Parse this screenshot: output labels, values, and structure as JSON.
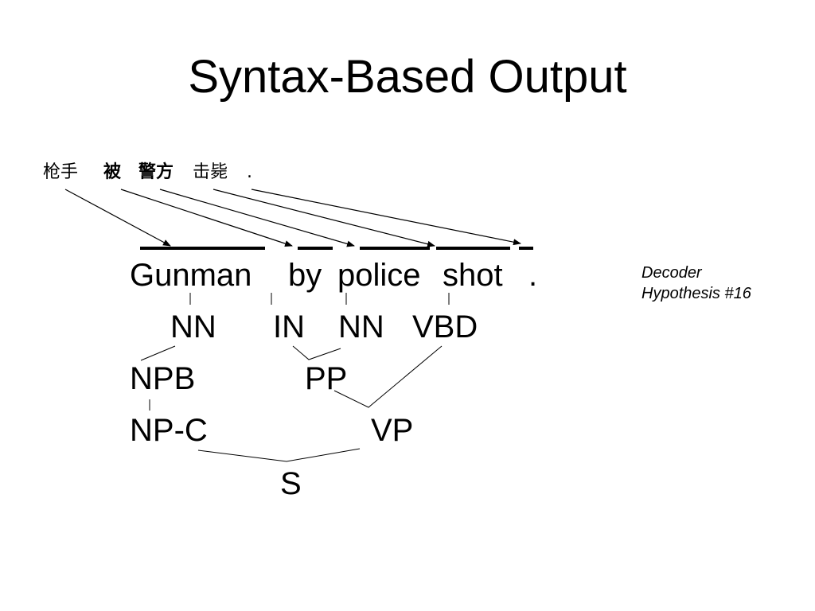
{
  "slide": {
    "title": "Syntax-Based Output",
    "note_line1": "Decoder",
    "note_line2": "Hypothesis #16"
  },
  "source": {
    "tokens": [
      "枪手",
      "被",
      "警方",
      "击毙",
      "."
    ]
  },
  "target": {
    "tokens": [
      "Gunman",
      "by",
      "police",
      "shot",
      "."
    ]
  },
  "tree": {
    "pos": [
      "NN",
      "IN",
      "NN",
      "VBD"
    ],
    "phrases": {
      "npb": "NPB",
      "pp": "PP",
      "npc": "NP-C",
      "vp": "VP",
      "s": "S"
    }
  }
}
